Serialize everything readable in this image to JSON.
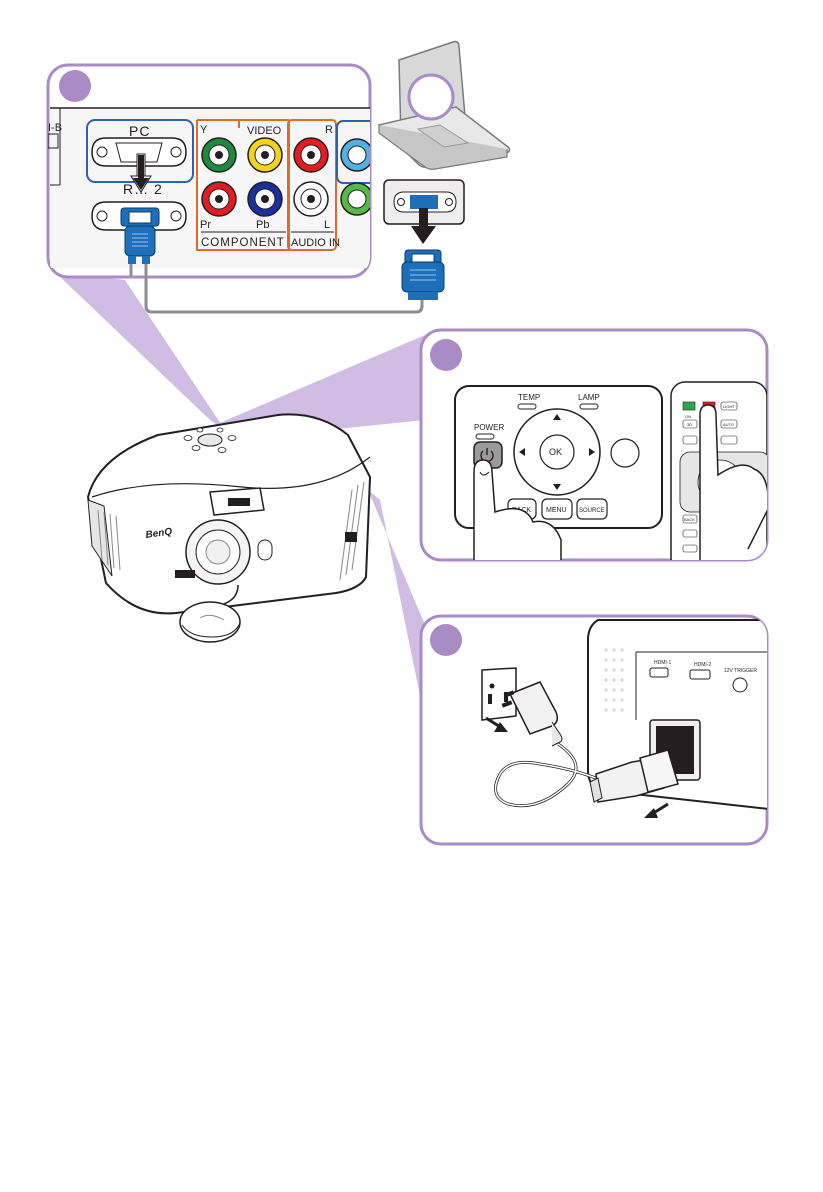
{
  "colors": {
    "panel_border": "#a98bc6",
    "badge": "#a98bc6",
    "beam": "#c8b1de",
    "cable_gray": "#8d8d8d",
    "connector_blue": "#1c6fb8",
    "pc_port_outline": "#2f62ad",
    "component_outline": "#e06a2b",
    "rca_green": "#1f8a3d",
    "rca_yellow": "#f3d31b",
    "rca_red": "#e51b24",
    "rca_blue": "#1b2f9c",
    "rca_white": "#ffffff",
    "rca_cyan": "#4fb2e3",
    "power_green": "#2ea44f"
  },
  "panel1": {
    "port_hdmi_partial": "I-B",
    "port_pc": "PC",
    "port_rgb_out": "R… 2",
    "port_video": "VIDEO",
    "rca_y": "Y",
    "rca_pr": "Pr",
    "rca_pb": "Pb",
    "rca_r": "R",
    "rca_l": "L",
    "group_component": "COMPONENT",
    "group_audio_in": "AUDIO IN"
  },
  "projector": {
    "brand": "BenQ"
  },
  "panel2": {
    "indicator_temp": "TEMP",
    "indicator_lamp": "LAMP",
    "indicator_power": "POWER",
    "btn_ok": "OK",
    "btn_back": "BACK",
    "btn_menu": "MENU",
    "btn_source": "SOURCE",
    "remote_btn_light": "LIGHT",
    "remote_btn_3d": "3D",
    "remote_btn_auto": "AUTO",
    "remote_btn_back": "BACK",
    "remote_label_on": "ON"
  },
  "panel3": {
    "port_hdmi1": "HDMI-1",
    "port_hdmi2": "HDMI-2",
    "port_trigger": "12V TRIGGER"
  }
}
